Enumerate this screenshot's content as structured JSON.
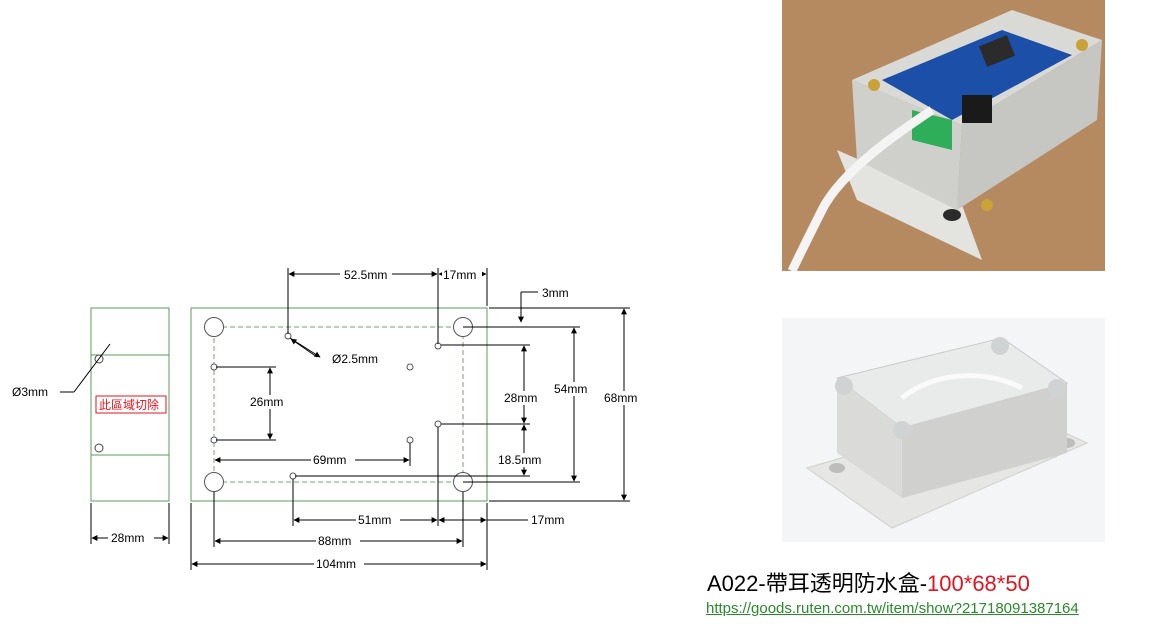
{
  "side_view": {
    "hole_dia": "Ø3mm",
    "cut_note": "此區域切除",
    "width": "28mm"
  },
  "top_view": {
    "dim_52_5": "52.5mm",
    "dim_17_top": "17mm",
    "dim_3": "3mm",
    "hole_dia": "Ø2.5mm",
    "dim_26": "26mm",
    "dim_28": "28mm",
    "dim_54": "54mm",
    "dim_68": "68mm",
    "dim_69": "69mm",
    "dim_18_5": "18.5mm",
    "dim_51": "51mm",
    "dim_17_bottom": "17mm",
    "dim_88": "88mm",
    "dim_104": "104mm"
  },
  "caption": {
    "title_prefix": "A022-帶耳透明防水盒-",
    "title_size": "100*68*50",
    "url": "https://goods.ruten.com.tw/item/show?21718091387164"
  },
  "colors": {
    "outline": "#5a9e5a",
    "dashed": "#6aaa6a",
    "cut_note": "#e0141e",
    "url": "#2a8a2a"
  }
}
